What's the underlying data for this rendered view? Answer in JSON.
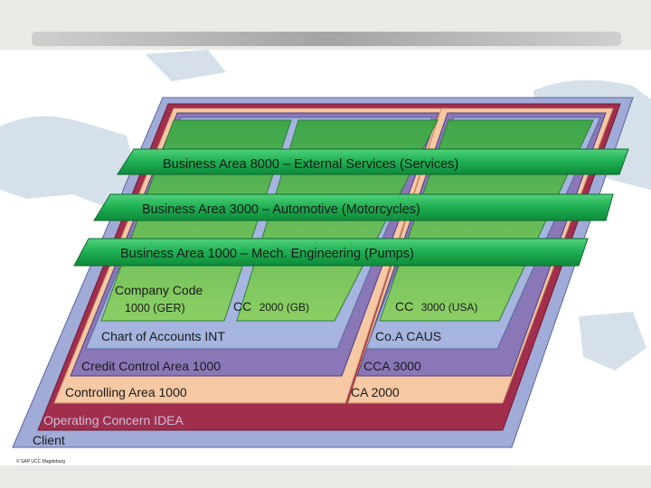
{
  "business_areas": [
    {
      "label": "Business Area 8000 – External Services (Services)"
    },
    {
      "label": "Business Area 3000 – Automotive (Motorcycles)"
    },
    {
      "label": "Business Area 1000 – Mech. Engineering (Pumps)"
    }
  ],
  "company_codes": {
    "heading": "Company Code",
    "cc1": "1000 (GER)",
    "cc2_prefix": "CC",
    "cc2_value": "2000 (GB)",
    "cc3_prefix": "CC",
    "cc3_value": "3000 (USA)"
  },
  "chart_of_accounts": {
    "left": "Chart of Accounts INT",
    "right": "Co.A CAUS"
  },
  "credit_control": {
    "left": "Credit Control Area 1000",
    "right": "CCA 3000"
  },
  "controlling": {
    "left": "Controlling Area 1000",
    "right": "CA 2000"
  },
  "operating_concern": {
    "label": "Operating Concern IDEA"
  },
  "client": {
    "label": "Client"
  },
  "footer": {
    "copyright": "© SAP UCC Magdeburg"
  },
  "colors": {
    "background": "#ebe9e6",
    "canvas": "#ffffff",
    "map": "#d5e0ea",
    "client": "#a0abd8",
    "operating_concern": "#a12e4d",
    "controlling": "#f7c8a4",
    "credit_control": "#8a77b8",
    "chart_of_accounts": "#a5b5df",
    "company_code": "#71ba4f",
    "business_area": "#17a94d",
    "text": "#1a1a1a"
  }
}
